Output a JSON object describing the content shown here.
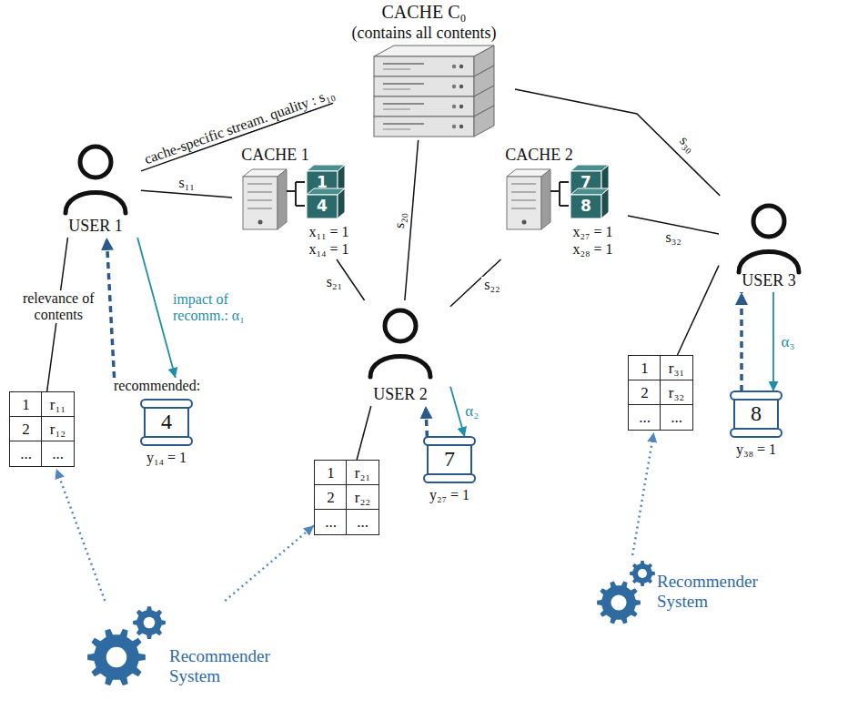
{
  "diagram": {
    "nodes": [
      {
        "text": [
          "CACHE C₀",
          "(contains all contents)"
        ]
      },
      {
        "text": [
          "CACHE 1",
          "1",
          "4",
          "x₁₁ = 1",
          "x₁₄ = 1"
        ]
      },
      {
        "text": [
          "CACHE 2",
          "7",
          "8",
          "x₂₇ = 1",
          "x₂₈ = 1"
        ]
      },
      {
        "text": [
          "USER 1"
        ]
      },
      {
        "text": [
          "USER 2"
        ]
      },
      {
        "text": [
          "USER 3"
        ]
      },
      {
        "text": [
          "1",
          "r₁₁",
          "2",
          "r₁₂",
          "...",
          "..."
        ]
      },
      {
        "text": [
          "recommended:",
          "4",
          "y₁₄ = 1"
        ]
      },
      {
        "text": [
          "1",
          "r₂₁",
          "2",
          "r₂₂",
          "...",
          "..."
        ]
      },
      {
        "text": [
          "7",
          "y₂₇ = 1"
        ]
      },
      {
        "text": [
          "1",
          "r₃₁",
          "2",
          "r₃₂",
          "...",
          "..."
        ]
      },
      {
        "text": [
          "8",
          "y₃₈ = 1"
        ]
      },
      {
        "text": [
          "Recommender System"
        ]
      },
      {
        "text": [
          "Recommender System"
        ]
      }
    ],
    "edges": [
      {
        "from": 0,
        "to": 3,
        "arrow": "none",
        "label": "cache-specific stream. quality : s₁₀"
      },
      {
        "from": 0,
        "to": 4,
        "arrow": "none",
        "label": "s₂₀"
      },
      {
        "from": 0,
        "to": 5,
        "arrow": "none",
        "label": "s₃₀"
      },
      {
        "from": 1,
        "to": 3,
        "arrow": "none",
        "label": "s₁₁"
      },
      {
        "from": 1,
        "to": 4,
        "arrow": "none",
        "label": "s₂₁"
      },
      {
        "from": 2,
        "to": 4,
        "arrow": "none",
        "label": "s₂₂"
      },
      {
        "from": 2,
        "to": 5,
        "arrow": "none",
        "label": "s₃₂"
      },
      {
        "from": 3,
        "to": 6,
        "arrow": "none",
        "label": "relevance of contents"
      },
      {
        "from": 7,
        "to": 3,
        "arrow": "to"
      },
      {
        "from": 3,
        "to": 7,
        "arrow": "to",
        "label": "impact of recomm.: α₁"
      },
      {
        "from": 4,
        "to": 8,
        "arrow": "none"
      },
      {
        "from": 9,
        "to": 4,
        "arrow": "to"
      },
      {
        "from": 4,
        "to": 9,
        "arrow": "to",
        "label": "α₂"
      },
      {
        "from": 5,
        "to": 10,
        "arrow": "none"
      },
      {
        "from": 11,
        "to": 5,
        "arrow": "to"
      },
      {
        "from": 5,
        "to": 11,
        "arrow": "to",
        "label": "α₃"
      },
      {
        "from": 12,
        "to": 6,
        "arrow": "to"
      },
      {
        "from": 12,
        "to": 8,
        "arrow": "to"
      },
      {
        "from": 13,
        "to": 10,
        "arrow": "to"
      }
    ]
  }
}
